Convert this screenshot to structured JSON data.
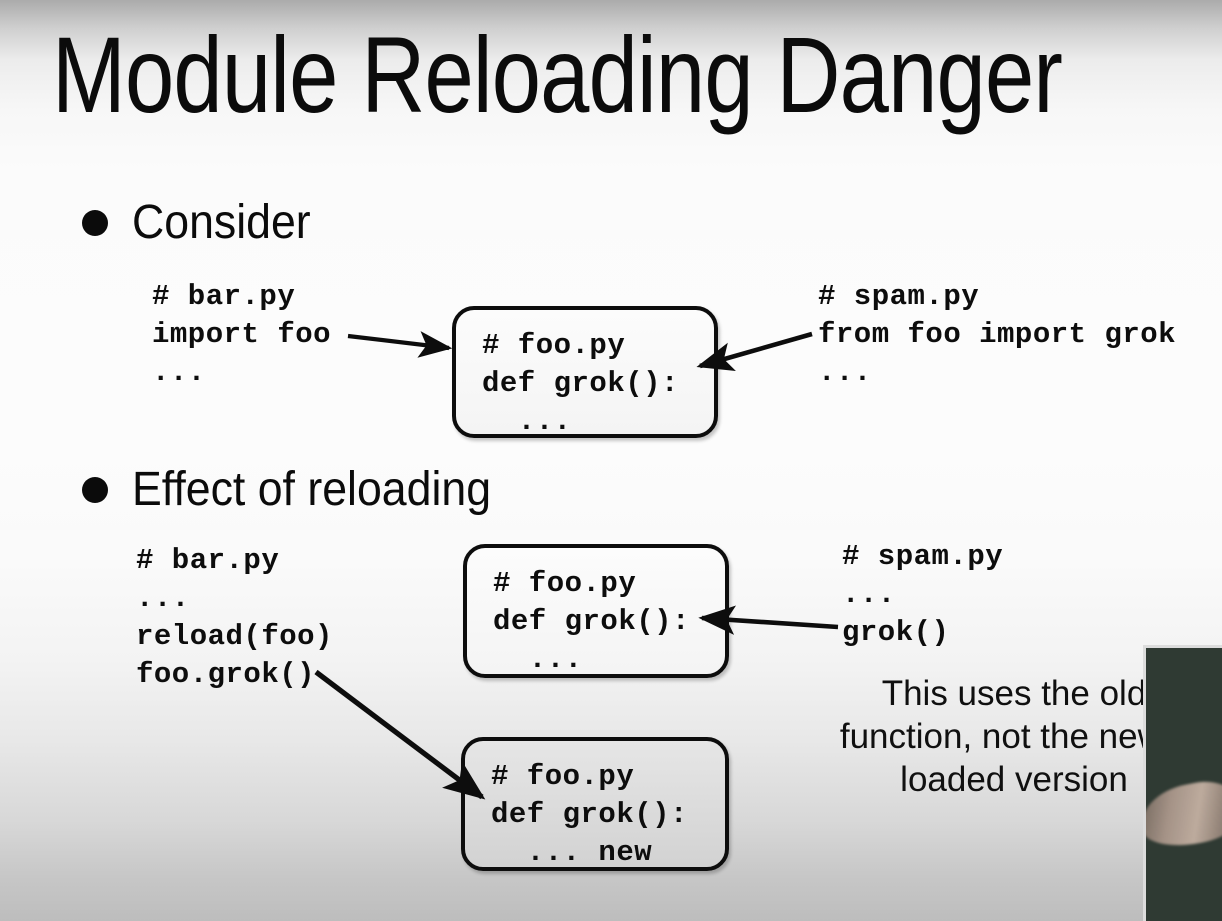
{
  "slide": {
    "title": "Module Reloading Danger"
  },
  "sections": [
    {
      "id": "consider",
      "bullet_label": "Consider",
      "left_code": "# bar.py\nimport foo\n...",
      "center_box_code": "# foo.py\ndef grok():\n  ...",
      "right_code": "# spam.py\nfrom foo import grok\n..."
    },
    {
      "id": "effect-of-reloading",
      "bullet_label": "Effect of reloading",
      "left_code": "# bar.py\n...\nreload(foo)\nfoo.grok()",
      "center_box_code": "# foo.py\ndef grok():\n  ...",
      "bottom_box_code": "# foo.py\ndef grok():\n  ... new",
      "right_code": "# spam.py\n...\ngrok()",
      "annotation": "This uses the old\nfunction, not the newly\nloaded version"
    }
  ],
  "arrows": [
    {
      "name": "arrow-bar-to-foo",
      "direction": "right"
    },
    {
      "name": "arrow-spam-to-foo",
      "direction": "left"
    },
    {
      "name": "arrow-grok-to-foo-old",
      "direction": "left"
    },
    {
      "name": "arrow-foogrok-to-foo-new",
      "direction": "down-right"
    }
  ],
  "overlay": {
    "name": "presenter-video",
    "background_color": "#2f3a33",
    "border_color": "#dcdcdc"
  },
  "colors": {
    "text": "#0b0b0b",
    "box_border": "#0d0d0d",
    "box_fill": "#fafafa",
    "box_fill_highlight": "#dcdcdc"
  }
}
